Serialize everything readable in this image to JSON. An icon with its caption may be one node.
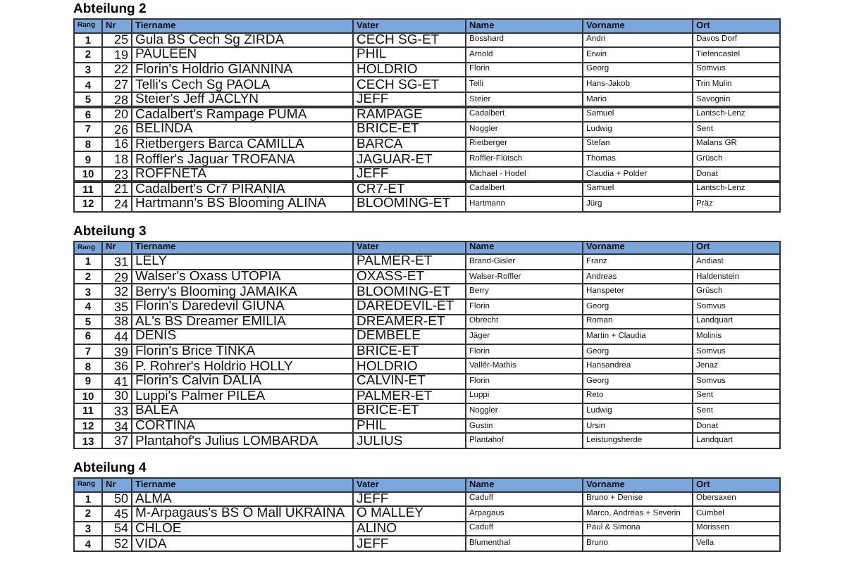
{
  "diagram": {
    "labels": [
      "Abteilung 2",
      "Rang",
      "Nr",
      "Tiername",
      "Vater",
      "Name",
      "Vorname",
      "Ort",
      "1",
      "25",
      "Gula BS Cech Sg ZIRDA",
      "CECH SG-ET",
      "Bosshard",
      "Andri",
      "Davos Dorf",
      "2",
      "19",
      "PAULEEN",
      "PHIL",
      "Arnold",
      "Erwin",
      "Tiefencastel",
      "3",
      "22",
      "Florin's Holdrio GIANNINA",
      "HOLDRIO",
      "Florin",
      "Georg",
      "Somvus",
      "4",
      "27",
      "Telli's Cech Sg PAOLA",
      "CECH SG-ET",
      "Telli",
      "Hans-Jakob",
      "Trin Mulin",
      "5",
      "28",
      "Steier's Jeff JACLYN",
      "JEFF",
      "Steier",
      "Mario",
      "Savognin",
      "6",
      "20",
      "Cadalbert's Rampage PUMA",
      "RAMPAGE",
      "Cadalbert",
      "Samuel",
      "Lantsch-Lenz",
      "7",
      "26",
      "BELINDA",
      "BRICE-ET",
      "Noggler",
      "Ludwig",
      "Sent",
      "8",
      "16",
      "Rietbergers Barca CAMILLA",
      "BARCA",
      "Rietberger",
      "Stefan",
      "Malans GR",
      "9",
      "18",
      "Roffler's Jaguar TROFANA",
      "JAGUAR-ET",
      "Roffler-Flütsch",
      "Thomas",
      "Grüsch",
      "10",
      "23",
      "ROFFNETA",
      "JEFF",
      "Michael - Hodel",
      "Claudia + Polder",
      "Donat",
      "11",
      "21",
      "Cadalbert's Cr7 PIRANIA",
      "CR7-ET",
      "Cadalbert",
      "Samuel",
      "Lantsch-Lenz",
      "12",
      "24",
      "Hartmann's BS Blooming ALINA",
      "BLOOMING-ET",
      "Hartmann",
      "Jürg",
      "Präz",
      "Abteilung 3",
      "Rang",
      "Nr",
      "Tiername",
      "Vater",
      "Name",
      "Vorname",
      "Ort",
      "1",
      "31",
      "LELY",
      "PALMER-ET",
      "Brand-Gisler",
      "Franz",
      "Andiast",
      "2",
      "29",
      "Walser's Oxass UTOPIA",
      "OXASS-ET",
      "Walser-Roffler",
      "Andreas",
      "Haldenstein",
      "3",
      "32",
      "Berry's Blooming JAMAIKA",
      "BLOOMING-ET",
      "Berry",
      "Hanspeter",
      "Grüsch",
      "4",
      "35",
      "Florin's Daredevil GIUNA",
      "DAREDEVIL-ET",
      "Florin",
      "Georg",
      "Somvus",
      "5",
      "38",
      "AL's BS Dreamer EMILIA",
      "DREAMER-ET",
      "Obrecht",
      "Roman",
      "Landquart",
      "6",
      "44",
      "DENIS",
      "DEMBELE",
      "Jäger",
      "Martin + Claudia",
      "Molinis",
      "7",
      "39",
      "Florin's Brice TINKA",
      "BRICE-ET",
      "Florin",
      "Georg",
      "Somvus",
      "8",
      "36",
      "P. Rohrer's Holdrio HOLLY",
      "HOLDRIO",
      "Vallér-Mathis",
      "Hansandrea",
      "Jenaz",
      "9",
      "41",
      "Florin's Calvin DALIA",
      "CALVIN-ET",
      "Florin",
      "Georg",
      "Somvus",
      "10",
      "30",
      "Luppi's Palmer PILEA",
      "PALMER-ET",
      "Luppi",
      "Reto",
      "Sent",
      "11",
      "33",
      "BALEA",
      "BRICE-ET",
      "Noggler",
      "Ludwig",
      "Sent",
      "12",
      "34",
      "CORTINA",
      "PHIL",
      "Gustin",
      "Ursin",
      "Donat",
      "13",
      "37",
      "Plantahof's Julius LOMBARDA",
      "JULIUS",
      "Plantahof",
      "Leistungsherde",
      "Landquart",
      "Abteilung 4",
      "Rang",
      "Nr",
      "Tiername",
      "Vater",
      "Name",
      "Vorname",
      "Ort",
      "1",
      "50",
      "ALMA",
      "JEFF",
      "Caduff",
      "Bruno + Denise",
      "Obersaxen",
      "2",
      "45",
      "M-Arpagaus's BS O Mall UKRAINA",
      "O MALLEY",
      "Arpagaus",
      "Marco, Andreas + Severin",
      "Cumbel",
      "3",
      "54",
      "CHLOE",
      "ALINO",
      "Caduff",
      "Paul & Simona",
      "Morissen",
      "4",
      "52",
      "VIDA",
      "JEFF",
      "Blumenthal",
      "Bruno",
      "Vella"
    ]
  }
}
